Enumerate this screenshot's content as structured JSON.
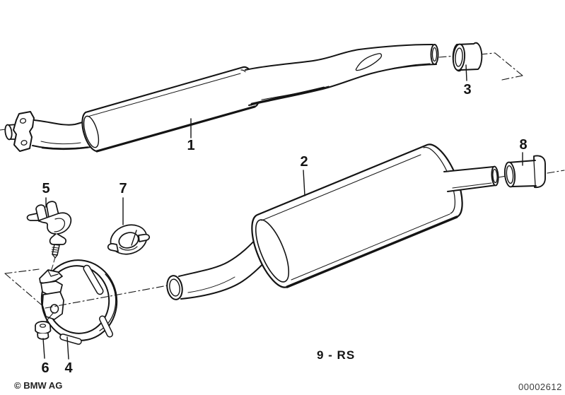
{
  "diagram": {
    "caption": "9 - RS",
    "footer": {
      "copyright": "© BMW AG",
      "image_number": "00002612"
    },
    "colors": {
      "line": "#141414",
      "background": "#ffffff"
    },
    "part_labels": [
      {
        "text": "1"
      },
      {
        "text": "2"
      },
      {
        "text": "3"
      },
      {
        "text": "4"
      },
      {
        "text": "5"
      },
      {
        "text": "6"
      },
      {
        "text": "7"
      },
      {
        "text": "8"
      }
    ]
  }
}
